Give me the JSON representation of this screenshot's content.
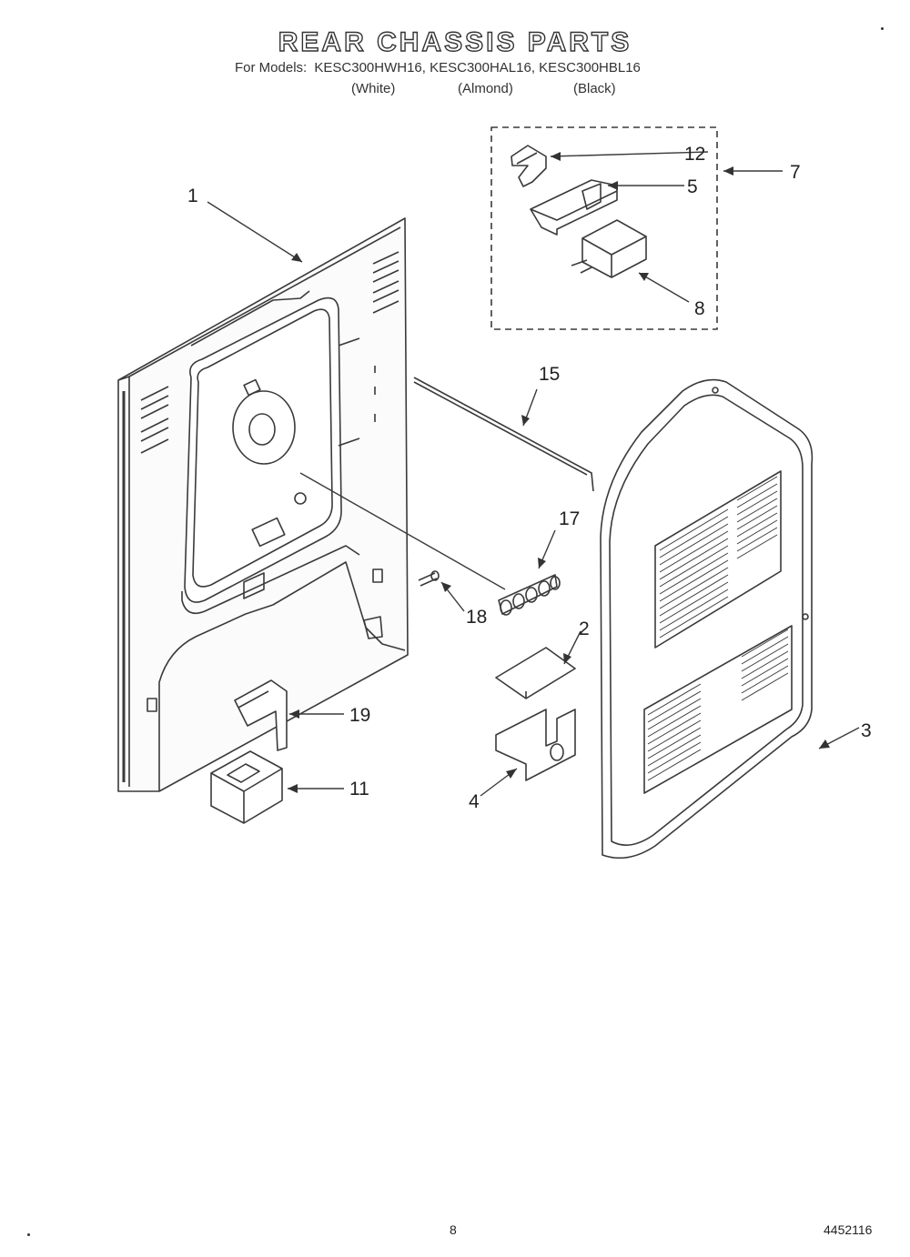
{
  "header": {
    "title": "REAR CHASSIS PARTS",
    "models_label": "For Models:",
    "models": "KESC300HWH16, KESC300HAL16, KESC300HBL16",
    "color_white": "(White)",
    "color_almond": "(Almond)",
    "color_black": "(Black)"
  },
  "callouts": {
    "c1": "1",
    "c2": "2",
    "c3": "3",
    "c4": "4",
    "c5": "5",
    "c7": "7",
    "c8": "8",
    "c11": "11",
    "c12": "12",
    "c15": "15",
    "c17": "17",
    "c18": "18",
    "c19": "19"
  },
  "footer": {
    "page_number": "8",
    "document_number": "4452116"
  }
}
